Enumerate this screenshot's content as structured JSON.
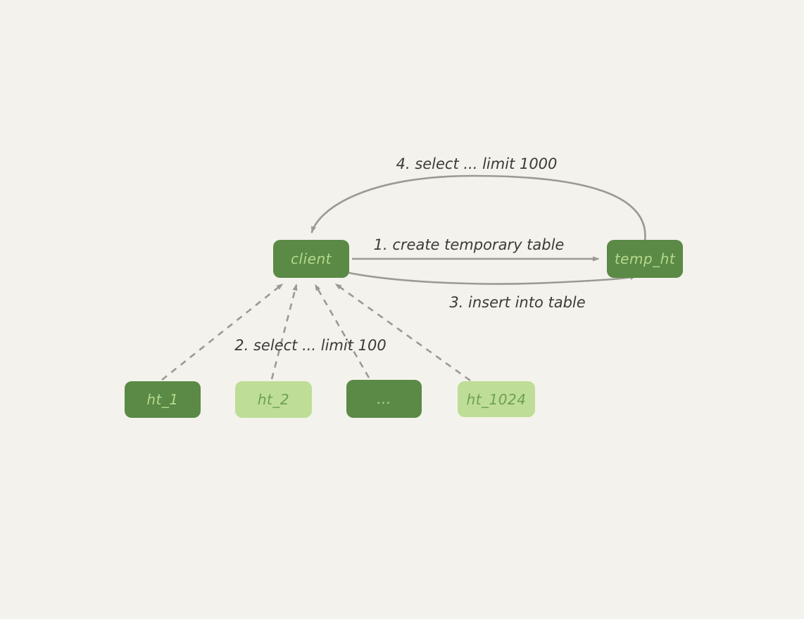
{
  "diagram": {
    "background_color": "#f4f2ec",
    "node_dark_color": "#5a8a45",
    "node_dark_text_color": "#b5d98c",
    "node_light_color": "#bedd97",
    "node_light_text_color": "#6da150",
    "arrow_color": "#9a9a95",
    "label_text_color": "#3b3b37",
    "nodes": [
      {
        "id": "client",
        "label": "client",
        "variant": "dark"
      },
      {
        "id": "temp_ht",
        "label": "temp_ht",
        "variant": "dark"
      },
      {
        "id": "ht_1",
        "label": "ht_1",
        "variant": "dark"
      },
      {
        "id": "ht_2",
        "label": "ht_2",
        "variant": "light"
      },
      {
        "id": "dots",
        "label": "...",
        "variant": "dark"
      },
      {
        "id": "ht_1024",
        "label": "ht_1024",
        "variant": "light"
      }
    ],
    "edges": [
      {
        "step": 1,
        "label": "1. create temporary table",
        "from": "client",
        "to": "temp_ht",
        "style": "solid-straight"
      },
      {
        "step": 2,
        "label": "2. select ... limit 100",
        "from": "ht_1 / ht_2 / ... / ht_1024",
        "to": "client",
        "style": "dashed"
      },
      {
        "step": 3,
        "label": "3. insert into table",
        "from": "client",
        "to": "temp_ht",
        "style": "solid-curved-below"
      },
      {
        "step": 4,
        "label": "4. select ... limit 1000",
        "from": "temp_ht",
        "to": "client",
        "style": "solid-curved-above"
      }
    ]
  }
}
